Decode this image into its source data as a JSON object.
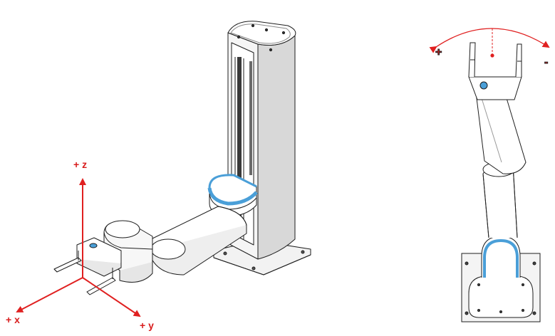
{
  "labels": {
    "z_axis": "+ z",
    "x_axis": "+ x",
    "y_axis": "+ y",
    "rot_plus": "+",
    "rot_minus": "-"
  },
  "colors": {
    "axis": "#e02020",
    "outline": "#1e1e1e",
    "body_fill": "#ffffff",
    "shade": "#cfcfcf",
    "accent_blue": "#4a9fd8"
  },
  "views": [
    "isometric-view",
    "top-view"
  ]
}
